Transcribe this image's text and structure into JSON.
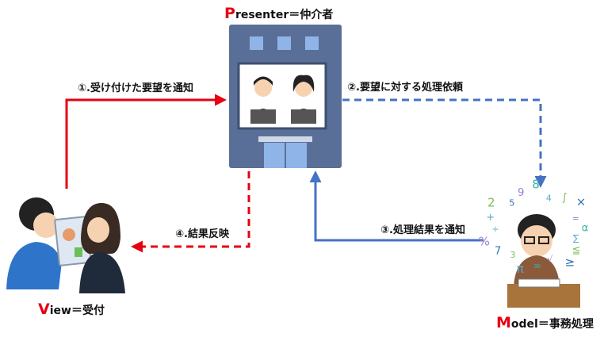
{
  "presenter": {
    "initial": "P",
    "rest": "resenter＝仲介者"
  },
  "view": {
    "initial": "V",
    "rest": "iew＝受付"
  },
  "model": {
    "initial": "M",
    "rest": "odel＝事務処理"
  },
  "steps": {
    "s1": "①.受け付けた要望を通知",
    "s2": "②.要望に対する処理依頼",
    "s3": "③.処理結果を通知",
    "s4": "④.結果反映"
  },
  "colors": {
    "red": "#e60012",
    "blue": "#4472c4",
    "title_initial": "#e60012",
    "building": "#5a6f98"
  },
  "symbols": [
    "∑",
    "≦",
    "≥",
    "√",
    "∞",
    "π",
    "3",
    "7",
    "%",
    "÷",
    "+",
    "2",
    "5",
    "9",
    "8",
    "4",
    "∫",
    "×",
    "=",
    "α"
  ]
}
